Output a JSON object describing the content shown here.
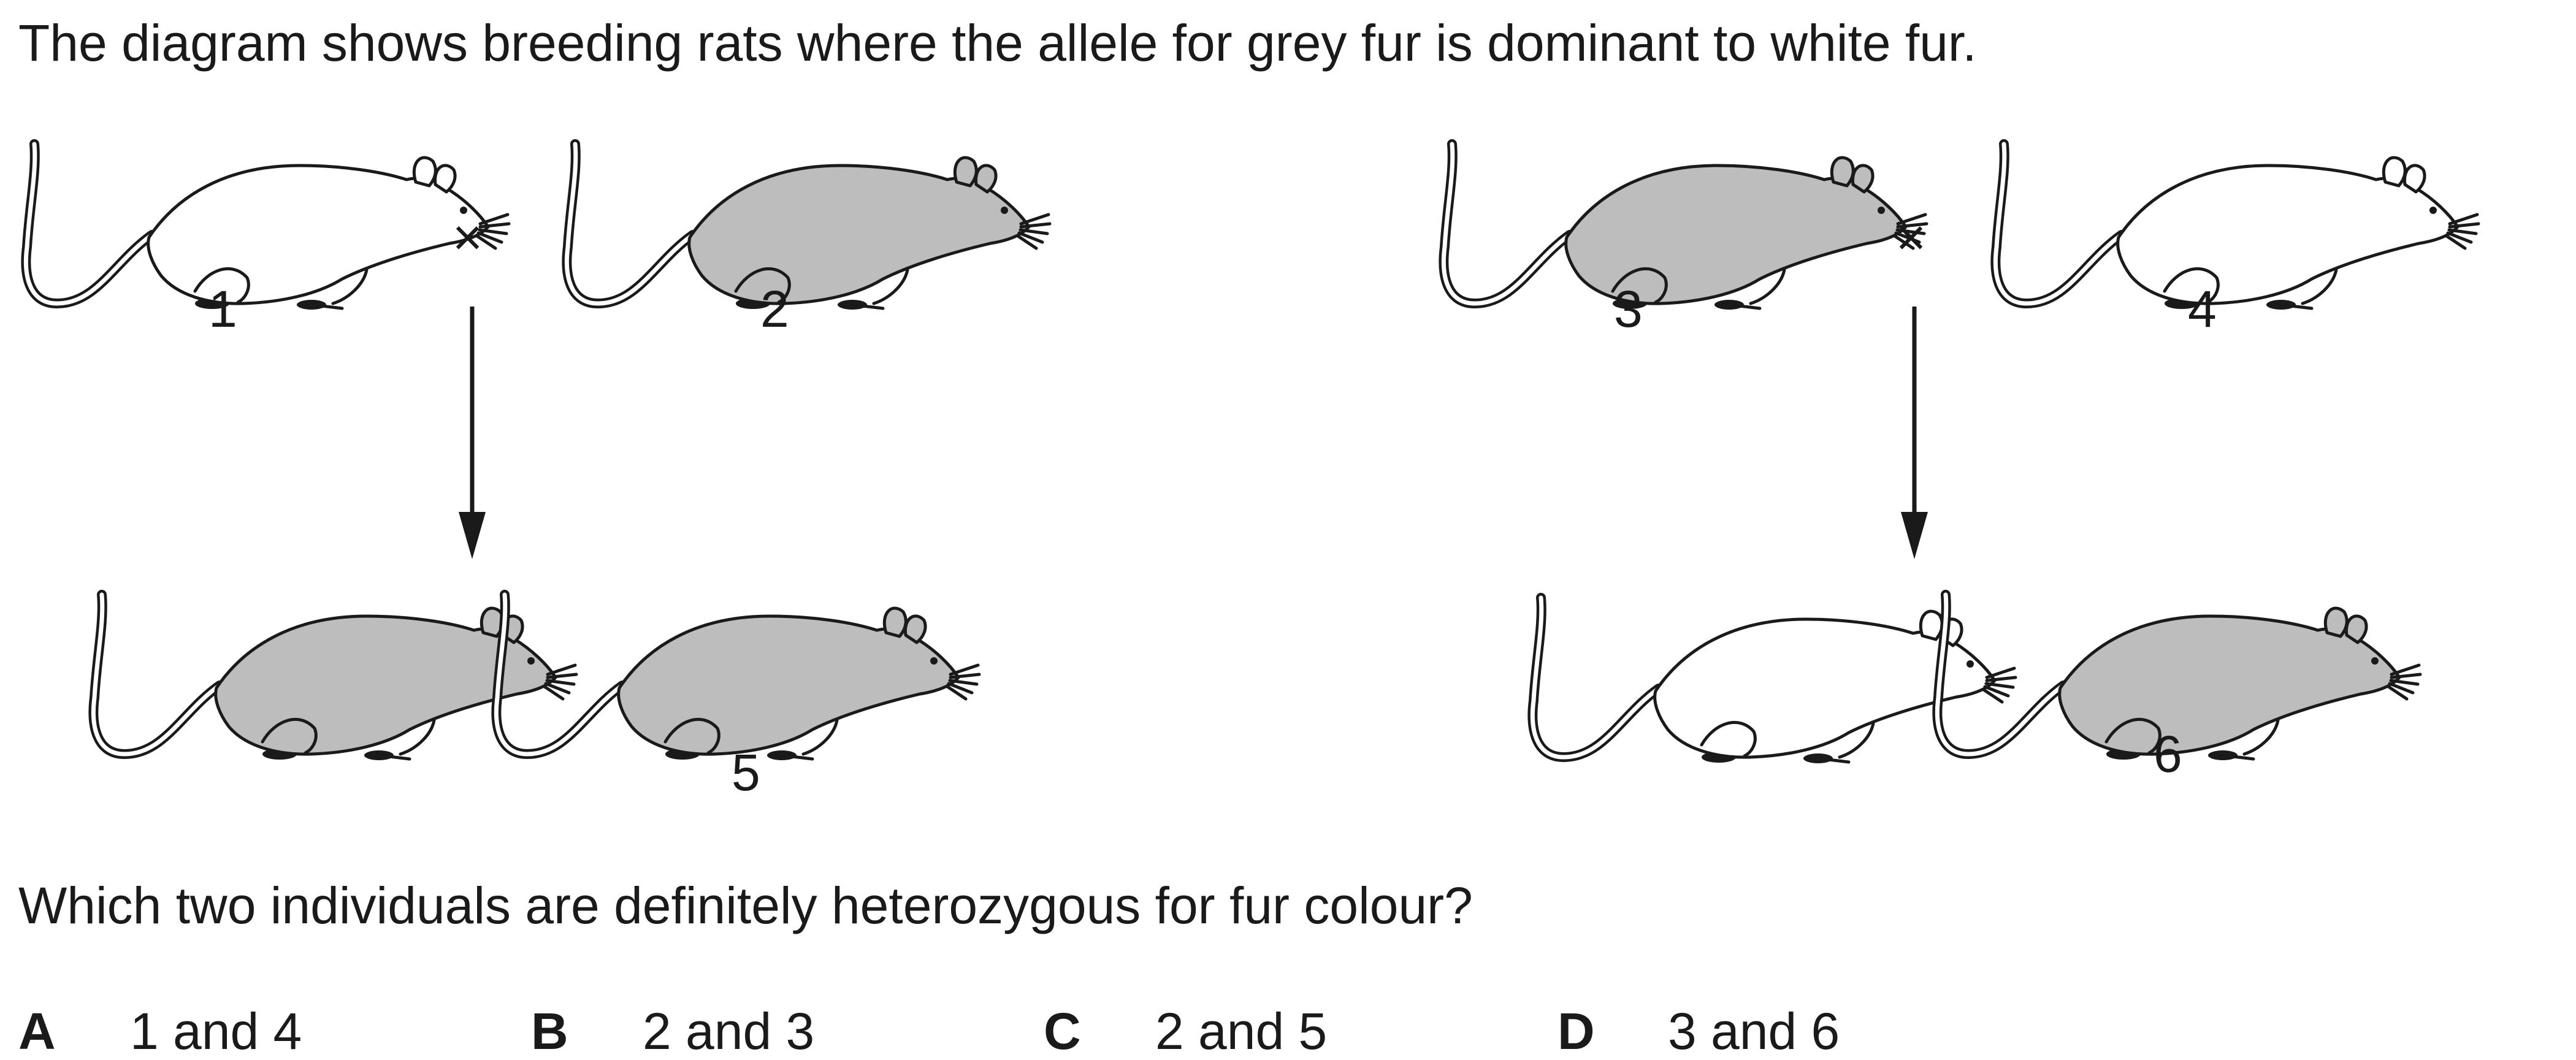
{
  "intro": "The diagram shows breeding rats where the allele for grey fur is dominant to white fur.",
  "colors": {
    "grey_fur": "#bdbdbd",
    "white_fur": "#ffffff",
    "ink": "#1a1a1a"
  },
  "crosses": [
    {
      "parents": [
        {
          "label": "1",
          "fur": "white"
        },
        {
          "label": "2",
          "fur": "grey"
        }
      ],
      "cross_symbol": "×",
      "offspring": [
        {
          "label": "",
          "fur": "grey"
        },
        {
          "label": "5",
          "fur": "grey"
        }
      ]
    },
    {
      "parents": [
        {
          "label": "3",
          "fur": "grey"
        },
        {
          "label": "4",
          "fur": "white"
        }
      ],
      "cross_symbol": "×",
      "offspring": [
        {
          "label": "",
          "fur": "white"
        },
        {
          "label": "6",
          "fur": "grey"
        }
      ]
    }
  ],
  "question": "Which two individuals are definitely heterozygous for fur colour?",
  "options": [
    {
      "letter": "A",
      "text": "1 and 4"
    },
    {
      "letter": "B",
      "text": "2 and 3"
    },
    {
      "letter": "C",
      "text": "2 and 5"
    },
    {
      "letter": "D",
      "text": "3 and 6"
    }
  ]
}
